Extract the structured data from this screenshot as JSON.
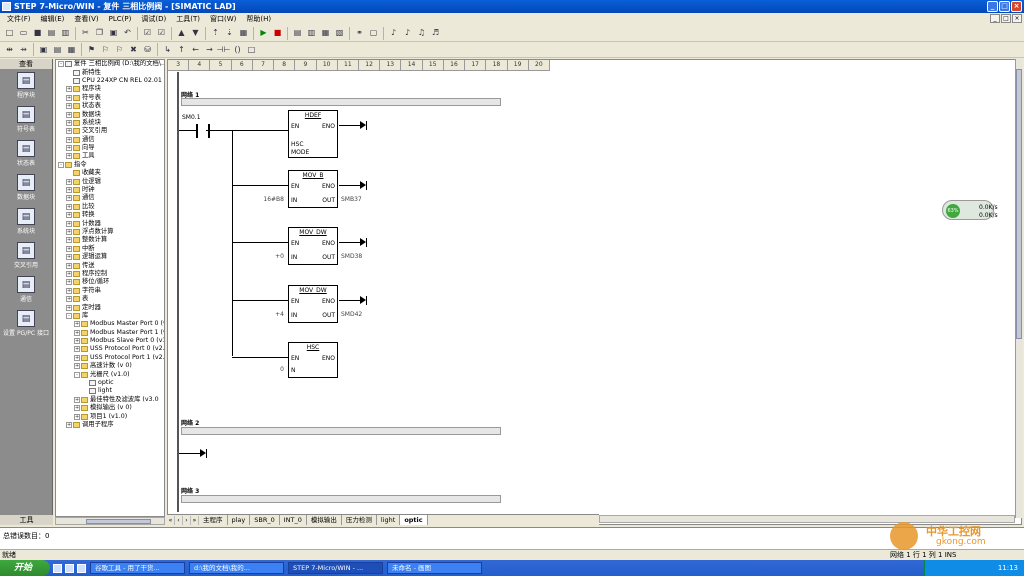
{
  "window": {
    "title": "STEP 7-Micro/WIN - 复件 三相比例阀 - [SIMATIC LAD]"
  },
  "menu": {
    "items": [
      "文件(F)",
      "编辑(E)",
      "查看(V)",
      "PLC(P)",
      "调试(D)",
      "工具(T)",
      "窗口(W)",
      "帮助(H)"
    ]
  },
  "nav": {
    "header": "查看",
    "footer": "工具",
    "items": [
      {
        "label": "程序块",
        "icon": "program-block-icon"
      },
      {
        "label": "符号表",
        "icon": "symbol-table-icon"
      },
      {
        "label": "状态表",
        "icon": "status-table-icon"
      },
      {
        "label": "数据块",
        "icon": "data-block-icon"
      },
      {
        "label": "系统块",
        "icon": "system-block-icon"
      },
      {
        "label": "交叉引用",
        "icon": "cross-reference-icon"
      },
      {
        "label": "通信",
        "icon": "communication-icon"
      },
      {
        "label": "设置 PG/PC 接口",
        "icon": "pg-pc-interface-icon"
      }
    ]
  },
  "tree": {
    "rows": [
      {
        "indent": 0,
        "pm": "-",
        "kind": "p",
        "text": "复件 三相比例阀 (D:\\我的文档\\..."
      },
      {
        "indent": 1,
        "pm": "",
        "kind": "p",
        "text": "新特性"
      },
      {
        "indent": 1,
        "pm": "",
        "kind": "p",
        "text": "CPU 224XP CN REL 02.01"
      },
      {
        "indent": 1,
        "pm": "+",
        "kind": "f",
        "text": "程序块"
      },
      {
        "indent": 1,
        "pm": "+",
        "kind": "f",
        "text": "符号表"
      },
      {
        "indent": 1,
        "pm": "+",
        "kind": "f",
        "text": "状态表"
      },
      {
        "indent": 1,
        "pm": "+",
        "kind": "f",
        "text": "数据块"
      },
      {
        "indent": 1,
        "pm": "+",
        "kind": "f",
        "text": "系统块"
      },
      {
        "indent": 1,
        "pm": "+",
        "kind": "f",
        "text": "交叉引用"
      },
      {
        "indent": 1,
        "pm": "+",
        "kind": "f",
        "text": "通信"
      },
      {
        "indent": 1,
        "pm": "+",
        "kind": "f",
        "text": "向导"
      },
      {
        "indent": 1,
        "pm": "+",
        "kind": "f",
        "text": "工具"
      },
      {
        "indent": 0,
        "pm": "-",
        "kind": "f",
        "text": "指令"
      },
      {
        "indent": 1,
        "pm": "",
        "kind": "f",
        "text": "收藏夹"
      },
      {
        "indent": 1,
        "pm": "+",
        "kind": "f",
        "text": "位逻辑"
      },
      {
        "indent": 1,
        "pm": "+",
        "kind": "f",
        "text": "时钟"
      },
      {
        "indent": 1,
        "pm": "+",
        "kind": "f",
        "text": "通信"
      },
      {
        "indent": 1,
        "pm": "+",
        "kind": "f",
        "text": "比较"
      },
      {
        "indent": 1,
        "pm": "+",
        "kind": "f",
        "text": "转换"
      },
      {
        "indent": 1,
        "pm": "+",
        "kind": "f",
        "text": "计数器"
      },
      {
        "indent": 1,
        "pm": "+",
        "kind": "f",
        "text": "浮点数计算"
      },
      {
        "indent": 1,
        "pm": "+",
        "kind": "f",
        "text": "整数计算"
      },
      {
        "indent": 1,
        "pm": "+",
        "kind": "f",
        "text": "中断"
      },
      {
        "indent": 1,
        "pm": "+",
        "kind": "f",
        "text": "逻辑运算"
      },
      {
        "indent": 1,
        "pm": "+",
        "kind": "f",
        "text": "传送"
      },
      {
        "indent": 1,
        "pm": "+",
        "kind": "f",
        "text": "程序控制"
      },
      {
        "indent": 1,
        "pm": "+",
        "kind": "f",
        "text": "移位/循环"
      },
      {
        "indent": 1,
        "pm": "+",
        "kind": "f",
        "text": "字符串"
      },
      {
        "indent": 1,
        "pm": "+",
        "kind": "f",
        "text": "表"
      },
      {
        "indent": 1,
        "pm": "+",
        "kind": "f",
        "text": "定时器"
      },
      {
        "indent": 1,
        "pm": "-",
        "kind": "f",
        "text": "库"
      },
      {
        "indent": 2,
        "pm": "+",
        "kind": "f",
        "text": "Modbus Master Port 0 (v1"
      },
      {
        "indent": 2,
        "pm": "+",
        "kind": "f",
        "text": "Modbus Master Port 1 (v1"
      },
      {
        "indent": 2,
        "pm": "+",
        "kind": "f",
        "text": "Modbus Slave Port 0 (v1."
      },
      {
        "indent": 2,
        "pm": "+",
        "kind": "f",
        "text": "USS Protocol Port 0 (v2.3"
      },
      {
        "indent": 2,
        "pm": "+",
        "kind": "f",
        "text": "USS Protocol Port 1 (v2.3"
      },
      {
        "indent": 2,
        "pm": "+",
        "kind": "f",
        "text": "高速计数 (v 0)"
      },
      {
        "indent": 2,
        "pm": "-",
        "kind": "f",
        "text": "光栅尺 (v1.0)"
      },
      {
        "indent": 3,
        "pm": "",
        "kind": "p",
        "text": "optic"
      },
      {
        "indent": 3,
        "pm": "",
        "kind": "p",
        "text": "light"
      },
      {
        "indent": 2,
        "pm": "+",
        "kind": "f",
        "text": "最佳特性及滤波库 (v3.0"
      },
      {
        "indent": 2,
        "pm": "+",
        "kind": "f",
        "text": "模拟输出 (v 0)"
      },
      {
        "indent": 2,
        "pm": "+",
        "kind": "f",
        "text": "项目1 (v1.0)"
      },
      {
        "indent": 1,
        "pm": "+",
        "kind": "f",
        "text": "调用子程序"
      }
    ]
  },
  "ruler": {
    "cols": [
      "3",
      "4",
      "5",
      "6",
      "7",
      "8",
      "9",
      "10",
      "11",
      "12",
      "13",
      "14",
      "15",
      "16",
      "17",
      "18",
      "19",
      "20"
    ]
  },
  "ladder": {
    "net1_header": "网络 1",
    "net2_header": "网络 2",
    "net3_header": "网络 3",
    "contact_label": "SM0.1",
    "blocks": [
      {
        "title": "HDEF",
        "en": "EN",
        "eno": "ENO",
        "in1": "HSC",
        "in2": "MODE",
        "out": "",
        "ext_in": "",
        "ext_out": ""
      },
      {
        "title": "MOV_B",
        "en": "EN",
        "eno": "ENO",
        "in1": "IN",
        "in2": "",
        "out": "OUT",
        "ext_in": "16#B8",
        "ext_out": "SMB37"
      },
      {
        "title": "MOV_DW",
        "en": "EN",
        "eno": "ENO",
        "in1": "IN",
        "in2": "",
        "out": "OUT",
        "ext_in": "+0",
        "ext_out": "SMD38"
      },
      {
        "title": "MOV_DW",
        "en": "EN",
        "eno": "ENO",
        "in1": "IN",
        "in2": "",
        "out": "OUT",
        "ext_in": "+4",
        "ext_out": "SMD42"
      },
      {
        "title": "HSC",
        "en": "EN",
        "eno": "ENO",
        "in1": "N",
        "in2": "",
        "out": "",
        "ext_in": "0",
        "ext_out": ""
      }
    ]
  },
  "tabs": {
    "items": [
      "主程序",
      "play",
      "SBR_0",
      "INT_0",
      "模拟输出",
      "压力检测",
      "light",
      "optic"
    ],
    "active_index": 7
  },
  "output": {
    "text": "总错误数目：0"
  },
  "status": {
    "left": "就绪",
    "right": "网络 1  行 1  列 1  INS"
  },
  "taskbar": {
    "start": "开始",
    "tasks": [
      "谷歌工具 - 用了干货...",
      "d:\\我的文档\\我的...",
      "STEP 7-Micro/WIN - ...",
      "未命名 - 画图"
    ],
    "active_task": 2,
    "clock": "11:13"
  },
  "widget": {
    "a": "0.0K/s",
    "b": "0.0K/s",
    "pct": "63%"
  },
  "watermark": {
    "line1": "中华工控网",
    "line2": "gkong.com"
  },
  "colors": {
    "title": "#0a5fd8",
    "taskbar": "#245ecd",
    "start": "#3fa83f"
  }
}
